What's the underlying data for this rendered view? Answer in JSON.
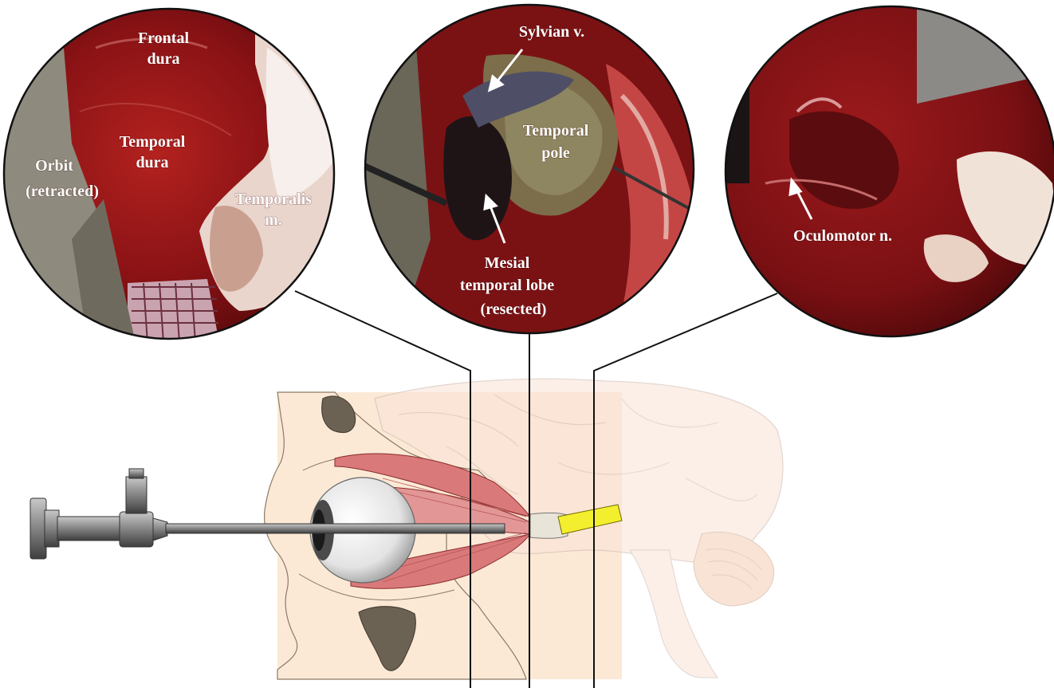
{
  "panels": {
    "left": {
      "labels": {
        "frontal_dura_1": "Frontal",
        "frontal_dura_2": "dura",
        "temporal_dura_1": "Temporal",
        "temporal_dura_2": "dura",
        "orbit_1": "Orbit",
        "orbit_2": "(retracted)",
        "temporalis_1": "Temporalis",
        "temporalis_2": "m."
      }
    },
    "middle": {
      "labels": {
        "sylvian": "Sylvian v.",
        "temporal_pole_1": "Temporal",
        "temporal_pole_2": "pole",
        "mesial_1": "Mesial",
        "mesial_2": "temporal lobe",
        "mesial_3": "(resected)"
      }
    },
    "right": {
      "labels": {
        "oculomotor": "Oculomotor n."
      }
    }
  },
  "colors": {
    "tissue_dark": "#6e0d0f",
    "tissue_mid": "#a3191c",
    "tissue_light": "#c93a3a",
    "skin": "#fbe9d6",
    "bone_outline": "#8a7a66",
    "muscle": "#d9797a",
    "optic_nerve": "#e8e4d8",
    "yellow_tract": "#f4ef2e",
    "endoscope": "#7a7a7a"
  },
  "icons": {
    "endoscope": "endoscope-icon"
  }
}
